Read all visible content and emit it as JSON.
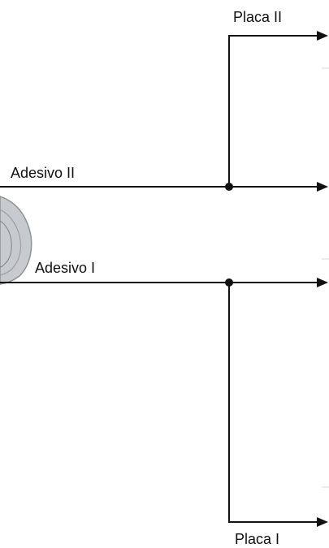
{
  "labels": {
    "placa_ii": "Placa II",
    "adesivo_ii": "Adesivo II",
    "adesivo_i": "Adesivo I",
    "placa_i": "Placa I"
  },
  "colors": {
    "line": "#111111",
    "object_fill": "#c7cbcf",
    "object_stroke": "#8e9296",
    "background": "#ffffff"
  }
}
